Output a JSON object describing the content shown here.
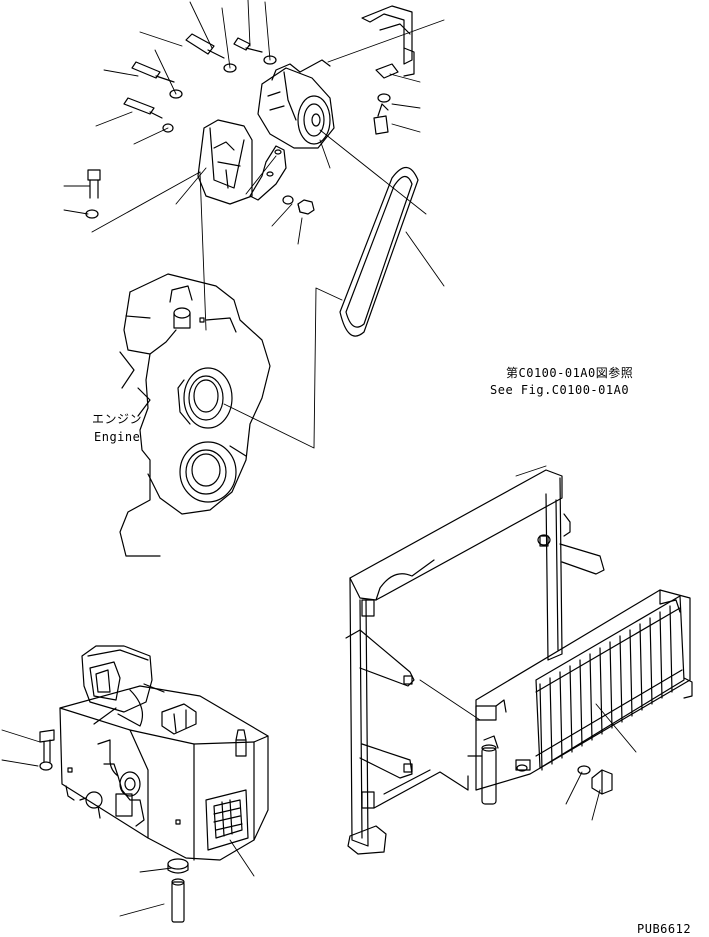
{
  "labels": {
    "engine_jp": "エンジン",
    "engine_en": "Engine",
    "ref_jp": "第C0100-01A0図参照",
    "ref_en": "See Fig.C0100-01A0",
    "drawing_code": "PUB6612"
  },
  "colors": {
    "line": "#000000",
    "paper": "#ffffff"
  }
}
